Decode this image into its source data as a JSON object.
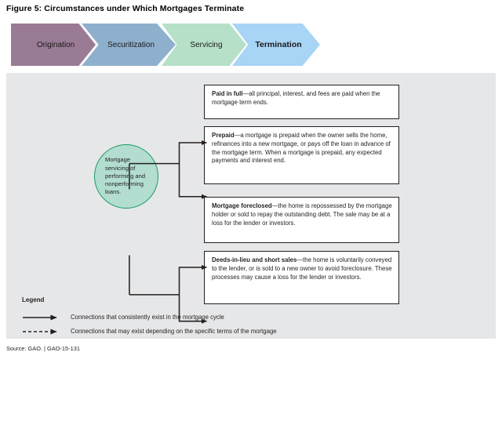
{
  "figure": {
    "title": "Figure 5: Circumstances under Which Mortgages Terminate"
  },
  "process": {
    "stages": [
      {
        "label": "Origination",
        "fill": "#9a7b95",
        "stroke": "#5c3a5c",
        "emphasis": false
      },
      {
        "label": "Securitization",
        "fill": "#8fb0cd",
        "stroke": "#2f6ca8",
        "emphasis": false
      },
      {
        "label": "Servicing",
        "fill": "#b6e0c8",
        "stroke": "#1a8f4c",
        "emphasis": false
      },
      {
        "label": "Termination",
        "fill": "#a8d4f5",
        "stroke": "#7cbbeb",
        "emphasis": true
      }
    ]
  },
  "diagram": {
    "hub": {
      "label": "Mortgage servicing of performing and nonperforming loans.",
      "fill": "#b2ddd0",
      "stroke": "#1a9c63"
    },
    "outcomes": [
      {
        "id": "paid-in-full",
        "term": "Paid in full",
        "dash": "—",
        "body": "all principal, interest, and fees are paid when the mortgage term ends."
      },
      {
        "id": "prepaid",
        "term": "Prepaid",
        "dash": "—",
        "body": "a mortgage is prepaid when the owner sells the home, refinances into a new mortgage, or pays off the loan in advance of the mortgage term. When a mortgage is prepaid, any expected payments and interest end."
      },
      {
        "id": "mortgage-foreclosed",
        "term": "Mortgage foreclosed",
        "dash": "—",
        "body": "the home is repossessed by the mortgage holder or sold to repay the outstanding debt. The sale may be at a loss for the lender or investors."
      },
      {
        "id": "deeds-in-lieu-and-short-sales",
        "term": "Deeds-in-lieu and short sales",
        "dash": "—",
        "body": "the home is voluntarily conveyed to the lender, or is sold to a new owner to avoid foreclosure. These processes may cause a loss for the lender or investors."
      }
    ]
  },
  "legend": {
    "title": "Legend",
    "entries": [
      {
        "style": "solid",
        "text": "Connections that consistently exist in the mortgage cycle"
      },
      {
        "style": "dashed",
        "text": "Connections that may exist depending on the specific terms of the mortgage"
      }
    ]
  },
  "source": {
    "text": "Source: GAO.  |  GAO-15-131"
  }
}
